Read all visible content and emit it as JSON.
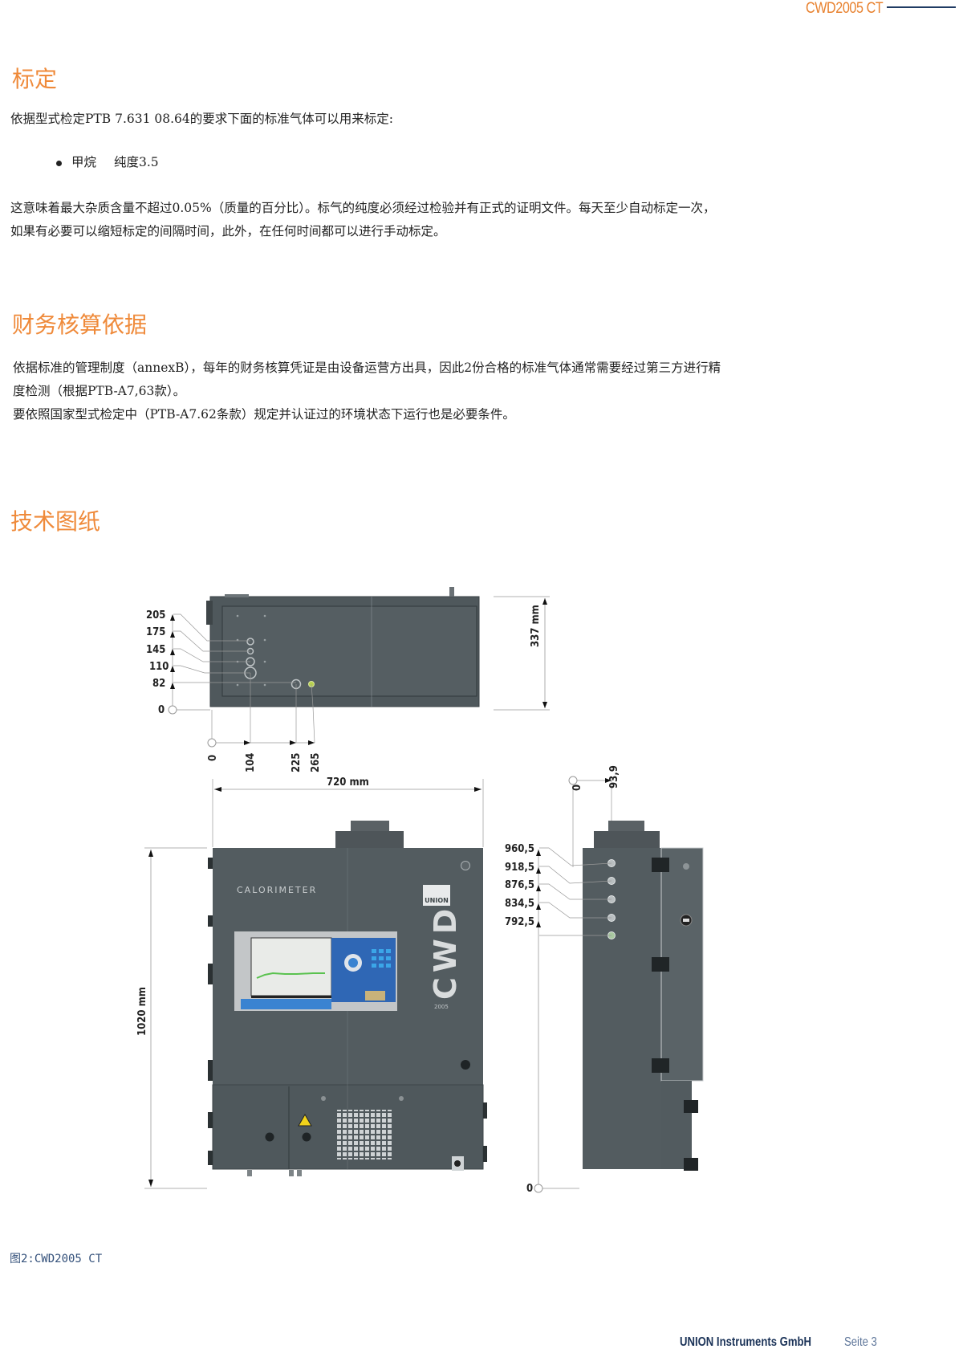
{
  "header": {
    "doc_title": "CWD2005 CT"
  },
  "section_calibration": {
    "heading": "标定",
    "intro": "依据型式检定PTB 7.631 08.64的要求下面的标准气体可以用来标定:",
    "bullets": [
      {
        "gas": "甲烷",
        "purity_label": "纯度3.5"
      }
    ],
    "body_line1": "这意味着最大杂质含量不超过0.05%（质量的百分比）。标气的纯度必须经过检验并有正式的证明文件。每天至少自动标定一次，",
    "body_line2": "如果有必要可以缩短标定的间隔时间，此外，在任何时间都可以进行手动标定。"
  },
  "section_billing": {
    "heading": "财务核算依据",
    "line1": "依据标准的管理制度（annexB），每年的财务核算凭证是由设备运营方出具，因此2份合格的标准气体通常需要经过第三方进行精",
    "line2": "度检测（根据PTB-A7,63款）。",
    "line3": "要依照国家型式检定中（PTB-A7.62条款）规定并认证过的环境状态下运行也是必要条件。"
  },
  "section_drawing": {
    "heading": "技术图纸",
    "top_view": {
      "height_label": "337 mm",
      "vertical_dims": [
        "205",
        "175",
        "145",
        "110",
        "82",
        "0"
      ],
      "horizontal_dims": [
        "0",
        "104",
        "225",
        "265"
      ]
    },
    "front_view": {
      "width_label": "720 mm",
      "height_label": "1020 mm",
      "panel_label": "CALORIMETER",
      "brand_logo": "UNION",
      "model_mark": "CWD",
      "model_year": "2005"
    },
    "side_view": {
      "top_dims": [
        "0",
        "93,9"
      ],
      "vertical_dims": [
        "960,5",
        "918,5",
        "876,5",
        "834,5",
        "792,5",
        "0"
      ]
    },
    "caption": "图2:CWD2005 CT"
  },
  "footer": {
    "company": "UNION Instruments GmbH",
    "page": "Seite 3"
  },
  "colors": {
    "heading": "#ef8a3a",
    "header_title": "#e8812e",
    "footer_company": "#1b3358",
    "footer_page": "#5d7599",
    "device_body": "#515a5e"
  }
}
